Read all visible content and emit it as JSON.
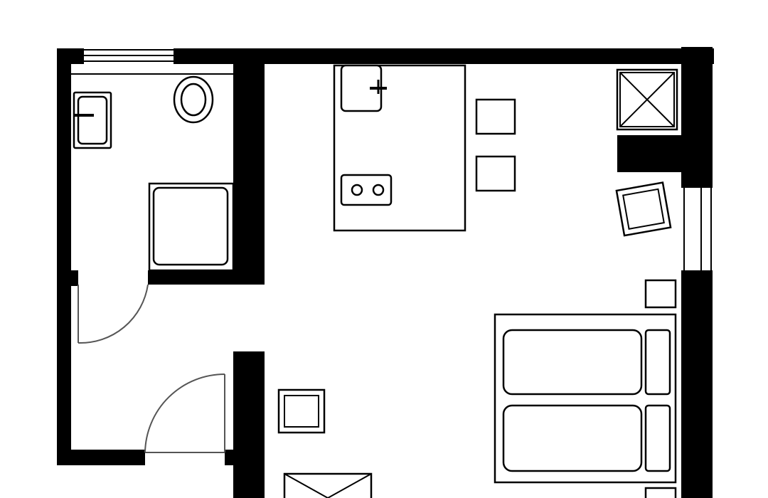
{
  "floor_plan": {
    "rooms": [
      "bathroom",
      "hallway",
      "kitchen-living-bedroom"
    ],
    "fixtures": [
      "washbasin",
      "toilet",
      "shower",
      "kitchen-block",
      "sink",
      "hob",
      "bar-stool",
      "bar-stool",
      "cabinet",
      "armchair",
      "side-table",
      "double-bed",
      "nightstand",
      "armchair",
      "wardrobe"
    ],
    "colors": {
      "wall": "#000000",
      "background": "#ffffff",
      "door_swing": "#555555"
    }
  }
}
